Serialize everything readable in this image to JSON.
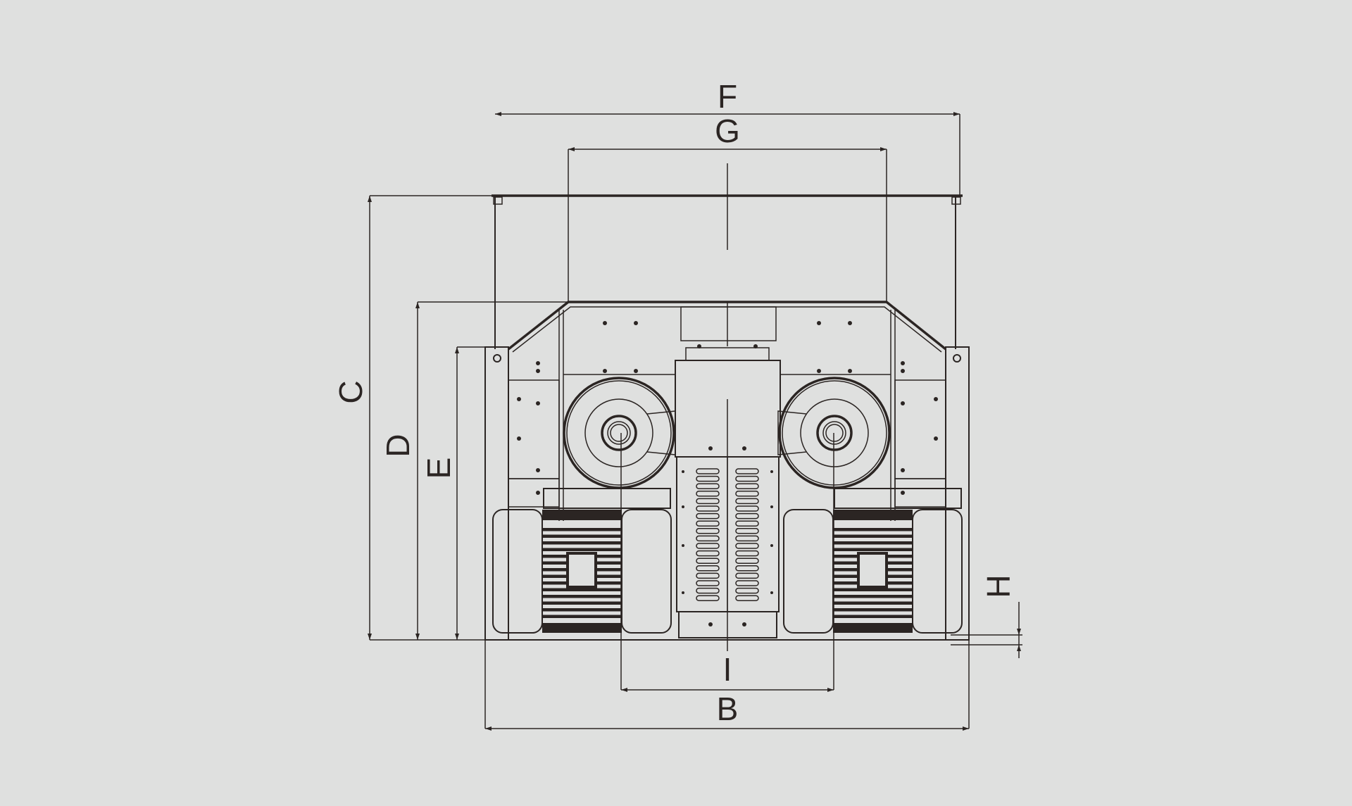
{
  "dimensions": {
    "F": "F",
    "G": "G",
    "C": "C",
    "D": "D",
    "E": "E",
    "H": "H",
    "I": "I",
    "B": "B"
  },
  "colors": {
    "background": "#dfe0df",
    "line": "#2b2523"
  }
}
